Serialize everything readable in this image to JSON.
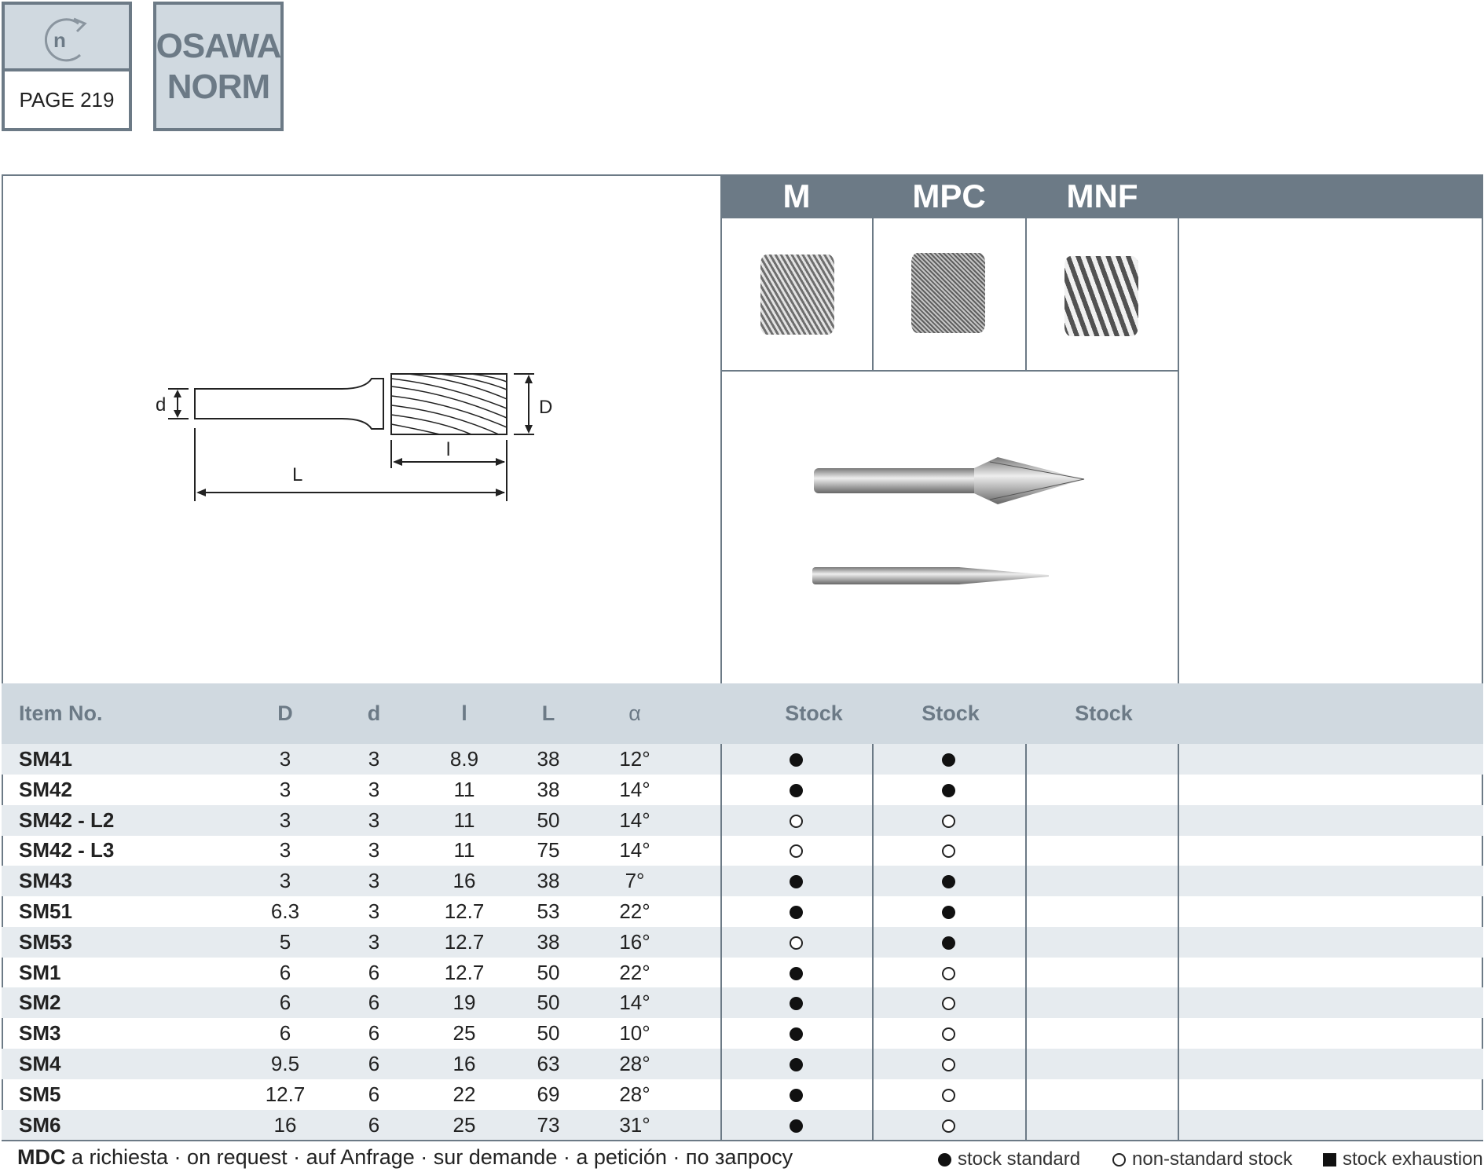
{
  "badges": {
    "revision_icon_letter": "n",
    "page_label": "PAGE 219",
    "norm_line1": "OSAWA",
    "norm_line2": "NORM"
  },
  "variants": [
    {
      "label": "M"
    },
    {
      "label": "MPC"
    },
    {
      "label": "MNF"
    }
  ],
  "drawing": {
    "label_d": "d",
    "label_D": "D",
    "label_l": "l",
    "label_L": "L"
  },
  "table": {
    "headers": {
      "item": "Item No.",
      "D": "D",
      "d": "d",
      "l": "l",
      "L": "L",
      "alpha": "α",
      "stock_m": "Stock",
      "stock_mpc": "Stock",
      "stock_mnf": "Stock"
    },
    "rows": [
      {
        "item": "SM41",
        "D": "3",
        "d": "3",
        "l": "8.9",
        "L": "38",
        "alpha": "12°",
        "m": "full",
        "mpc": "full"
      },
      {
        "item": "SM42",
        "D": "3",
        "d": "3",
        "l": "11",
        "L": "38",
        "alpha": "14°",
        "m": "full",
        "mpc": "full"
      },
      {
        "item": "SM42 - L2",
        "D": "3",
        "d": "3",
        "l": "11",
        "L": "50",
        "alpha": "14°",
        "m": "open",
        "mpc": "open"
      },
      {
        "item": "SM42 - L3",
        "D": "3",
        "d": "3",
        "l": "11",
        "L": "75",
        "alpha": "14°",
        "m": "open",
        "mpc": "open"
      },
      {
        "item": "SM43",
        "D": "3",
        "d": "3",
        "l": "16",
        "L": "38",
        "alpha": "7°",
        "m": "full",
        "mpc": "full"
      },
      {
        "item": "SM51",
        "D": "6.3",
        "d": "3",
        "l": "12.7",
        "L": "53",
        "alpha": "22°",
        "m": "full",
        "mpc": "full"
      },
      {
        "item": "SM53",
        "D": "5",
        "d": "3",
        "l": "12.7",
        "L": "38",
        "alpha": "16°",
        "m": "open",
        "mpc": "full"
      },
      {
        "item": "SM1",
        "D": "6",
        "d": "6",
        "l": "12.7",
        "L": "50",
        "alpha": "22°",
        "m": "full",
        "mpc": "open"
      },
      {
        "item": "SM2",
        "D": "6",
        "d": "6",
        "l": "19",
        "L": "50",
        "alpha": "14°",
        "m": "full",
        "mpc": "open"
      },
      {
        "item": "SM3",
        "D": "6",
        "d": "6",
        "l": "25",
        "L": "50",
        "alpha": "10°",
        "m": "full",
        "mpc": "open"
      },
      {
        "item": "SM4",
        "D": "9.5",
        "d": "6",
        "l": "16",
        "L": "63",
        "alpha": "28°",
        "m": "full",
        "mpc": "open"
      },
      {
        "item": "SM5",
        "D": "12.7",
        "d": "6",
        "l": "22",
        "L": "69",
        "alpha": "28°",
        "m": "full",
        "mpc": "open"
      },
      {
        "item": "SM6",
        "D": "16",
        "d": "6",
        "l": "25",
        "L": "73",
        "alpha": "31°",
        "m": "full",
        "mpc": "open"
      }
    ]
  },
  "footer": {
    "mdc": "MDC",
    "note": " a richiesta · on request · auf Anfrage · sur demande · a petición · по запросу"
  },
  "legend": {
    "standard": "stock standard",
    "non_standard": "non-standard stock",
    "exhaustion": "stock exhaustion"
  }
}
